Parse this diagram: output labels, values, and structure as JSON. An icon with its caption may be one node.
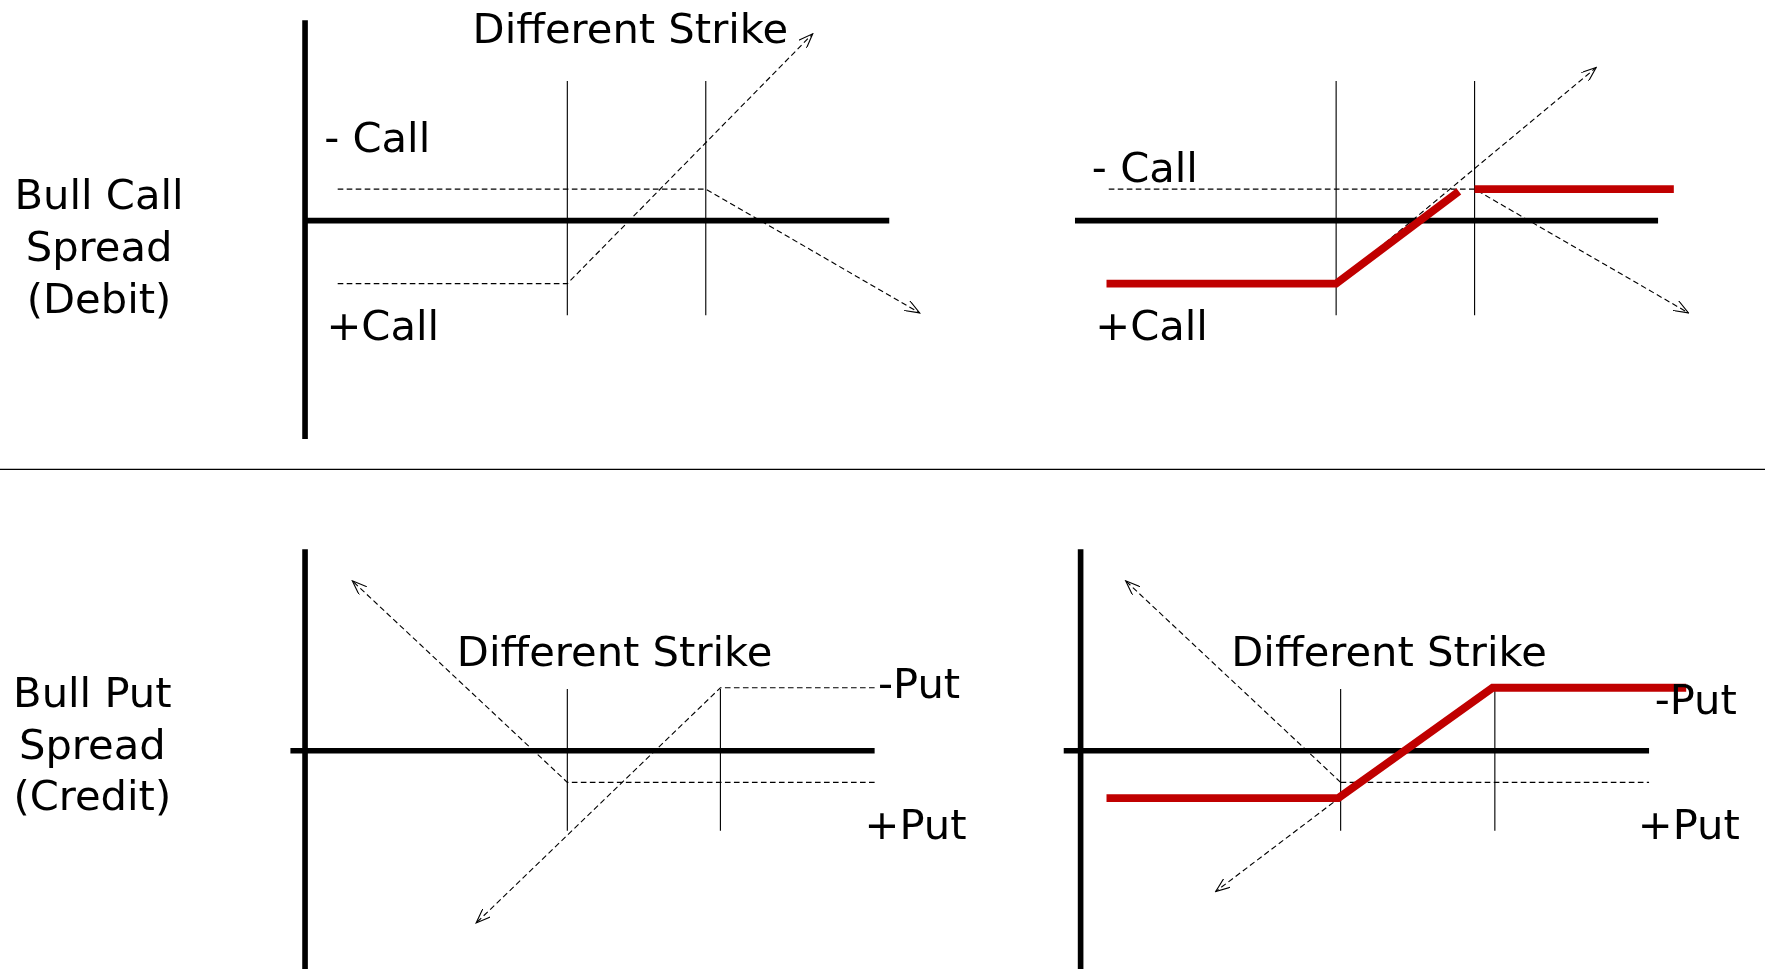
{
  "diagram": {
    "labels": [
      "Different Strike",
      "- Call",
      "Bull Call Spread (Debit)",
      "- Call",
      "+Call",
      "+Call",
      "Bull Put Spread (Credit)",
      "Different Strike",
      "-Put",
      "Different Strike",
      "-Put",
      "+Put",
      "+Put"
    ]
  }
}
